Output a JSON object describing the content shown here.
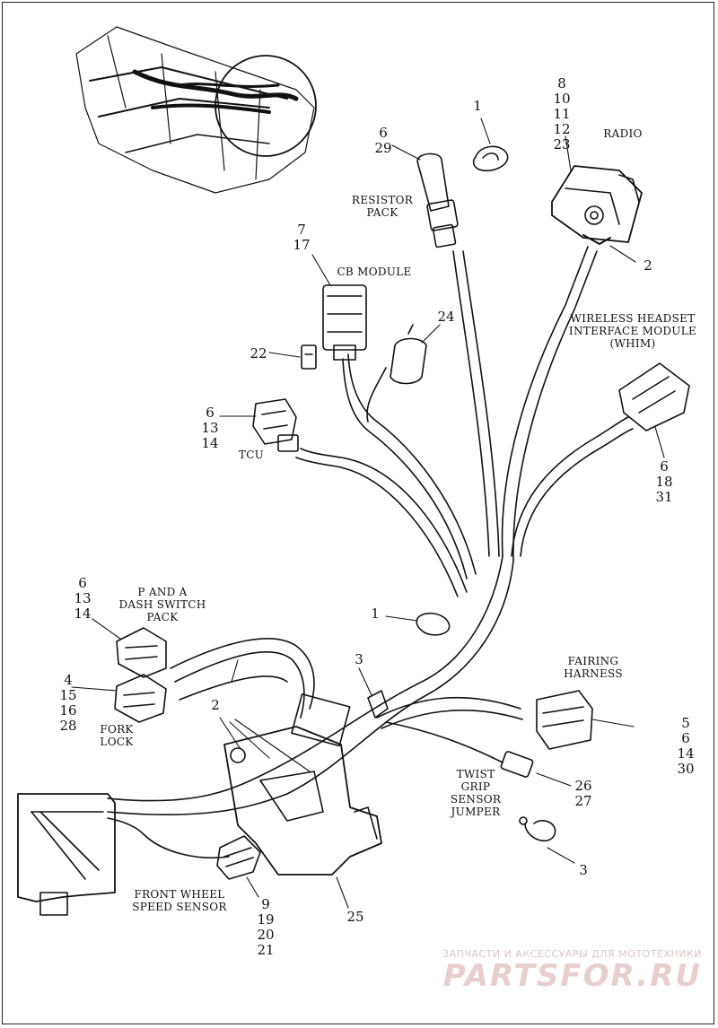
{
  "colors": {
    "line": "#111111",
    "background": "#ffffff",
    "watermark": "#e8cfcf"
  },
  "components": {
    "radio": "RADIO",
    "resistor_pack": "RESISTOR\nPACK",
    "cb_module": "CB MODULE",
    "whim": "WIRELESS HEADSET\nINTERFACE MODULE\n(WHIM)",
    "tcu": "TCU",
    "p_and_a": "P AND A\nDASH SWITCH\nPACK",
    "fork_lock": "FORK\nLOCK",
    "fairing_harness": "FAIRING\nHARNESS",
    "twist_grip": "TWIST\nGRIP\nSENSOR\nJUMPER",
    "front_wheel": "FRONT WHEEL\nSPEED SENSOR"
  },
  "callouts": {
    "radio_nums": "8\n10\n11\n12\n23",
    "clip_top": "1",
    "resistor_nums": "6\n29",
    "radio_tie": "2",
    "cb_nums": "7\n17",
    "seal_24": "24",
    "item_22": "22",
    "tcu_nums": "6\n13\n14",
    "whim_nums": "6\n18\n31",
    "pa_nums": "6\n13\n14",
    "clip_mid": "1",
    "fork_nums": "4\n15\n16\n28",
    "item_3_top": "3",
    "ties_2": "2",
    "fairing_nums": "5\n6\n14\n30",
    "twist_nums": "26\n27",
    "item_3_bottom": "3",
    "wheel_nums": "9\n19\n20\n21",
    "item_25": "25"
  },
  "watermark": {
    "tagline": "ЗАПЧАСТИ И АКСЕССУАРЫ ДЛЯ МОТОТЕХНИКИ",
    "logo": "PARTSFOR.RU"
  }
}
